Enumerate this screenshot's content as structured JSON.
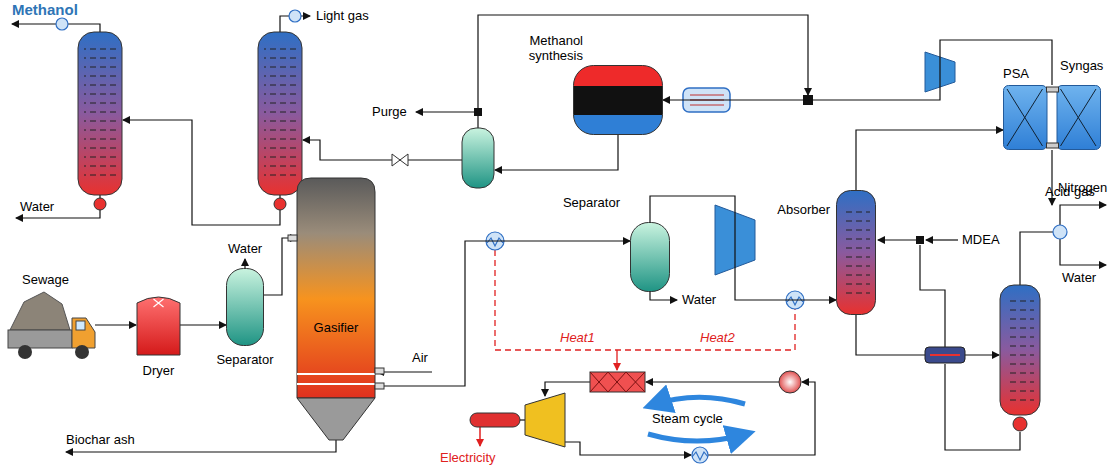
{
  "diagram": {
    "nodes": [
      {
        "text": [
          "Dryer"
        ]
      },
      {
        "text": [
          "Separator"
        ]
      },
      {
        "text": [
          "Gasifier"
        ]
      },
      {
        "text": [
          "Separator"
        ]
      },
      {
        "text": [
          "Absorber"
        ]
      },
      {
        "text": [
          "PSA"
        ]
      },
      {
        "text": [
          "Methanol synthesis"
        ]
      }
    ],
    "edges": [
      {
        "from": 0,
        "to": 1,
        "arrow": "to"
      },
      {
        "from": 1,
        "to": 2,
        "arrow": "to"
      },
      {
        "from": 2,
        "to": 3,
        "arrow": "to"
      },
      {
        "from": 3,
        "to": 4,
        "arrow": "to"
      },
      {
        "from": 4,
        "to": 5,
        "arrow": "to"
      },
      {
        "from": 5,
        "to": 6,
        "arrow": "to"
      }
    ],
    "labels": [
      "Methanol",
      "Light gas",
      "Purge",
      "Water",
      "Water",
      "Sewage",
      "Air",
      "Biochar ash",
      "Water",
      "Heat1",
      "Heat2",
      "Steam cycle",
      "Electricity",
      "Syngas",
      "Nitrogen",
      "MDEA",
      "Acid gas",
      "Water"
    ]
  }
}
